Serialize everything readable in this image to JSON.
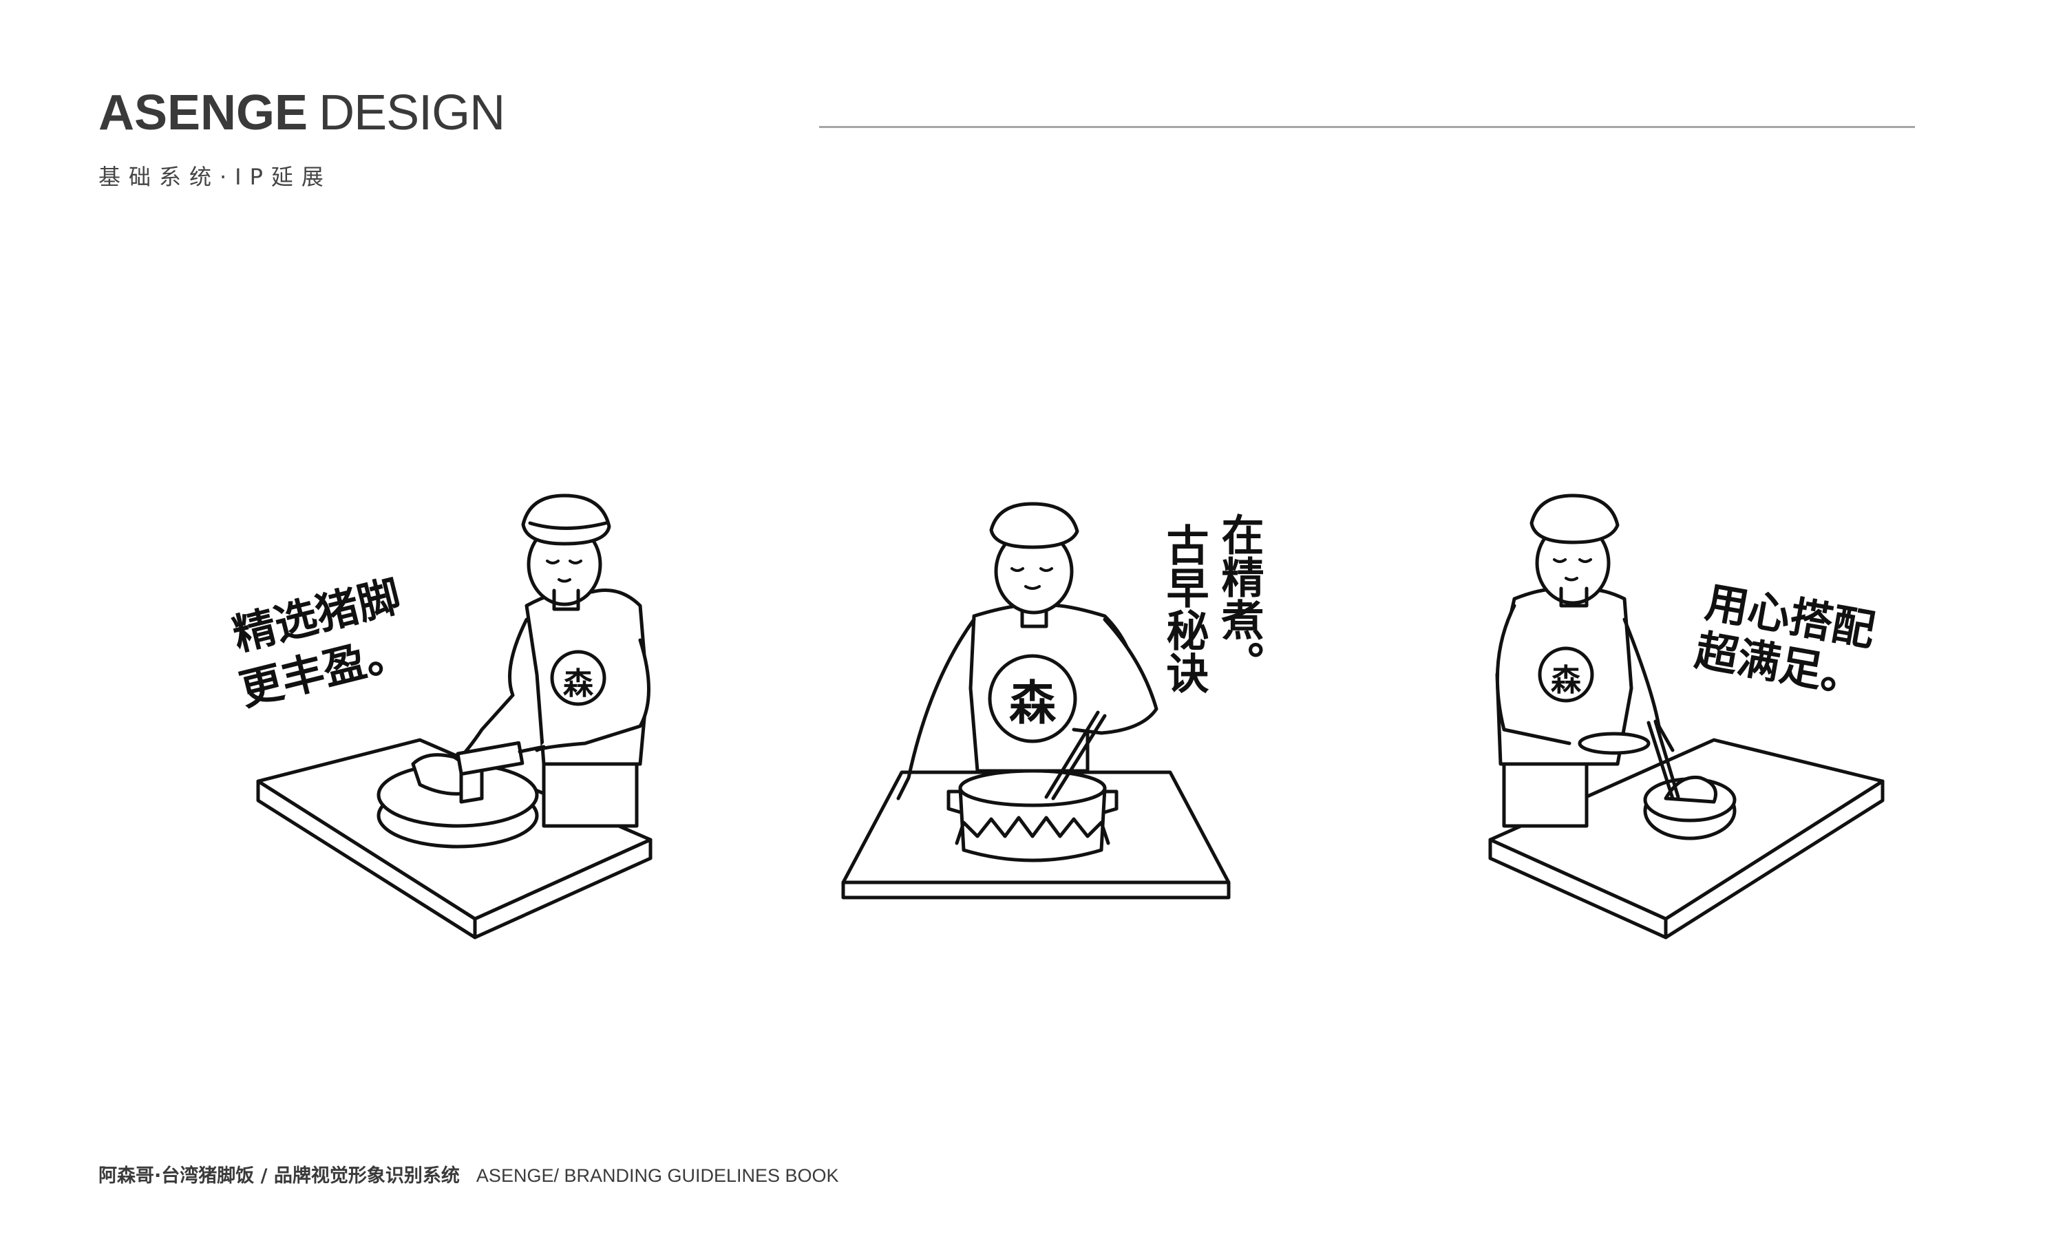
{
  "header": {
    "brand_bold": "ASENGE",
    "brand_light": "DESIGN",
    "subtitle": "基础系统·IP延展"
  },
  "panels": [
    {
      "line1": "精选猪脚",
      "line2": "更丰盈。",
      "shirt_logo": "森"
    },
    {
      "line1": "在精煮。",
      "line2": "古早秘诀",
      "shirt_logo": "森"
    },
    {
      "line1": "用心搭配",
      "line2": "超满足。",
      "shirt_logo": "森"
    }
  ],
  "footer": {
    "cn": "阿森哥·台湾猪脚饭 / 品牌视觉形象识别系统",
    "en": "ASENGE/ BRANDING GUIDELINES BOOK"
  }
}
